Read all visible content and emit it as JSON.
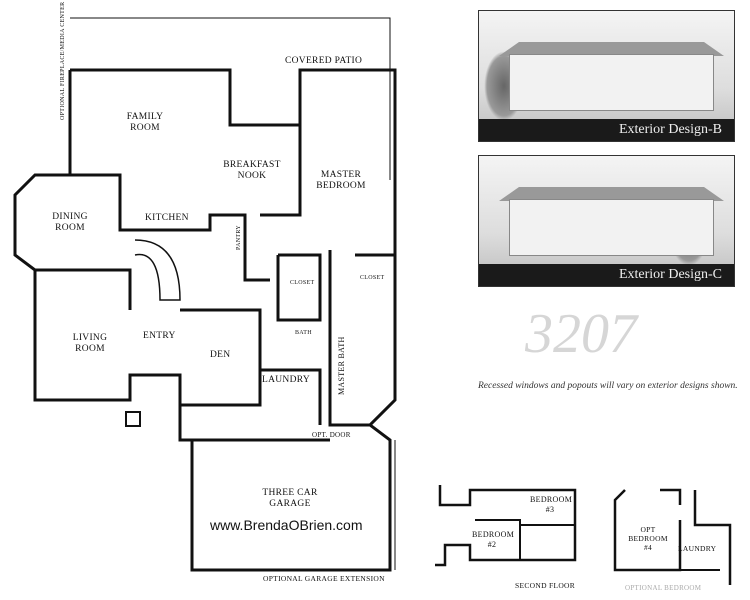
{
  "plan_number": "3207",
  "caption": "Recessed windows and popouts will vary on exterior designs shown.",
  "website": "www.BrendaOBrien.com",
  "exteriors": [
    {
      "label": "Exterior Design-B"
    },
    {
      "label": "Exterior Design-C"
    }
  ],
  "first_floor": {
    "covered_patio": "COVERED PATIO",
    "family_room": "FAMILY ROOM",
    "fireplace": "OPTIONAL FIREPLACE/MEDIA CENTER",
    "breakfast_nook": "BREAKFAST NOOK",
    "master_bedroom": "MASTER BEDROOM",
    "dining_room": "DINING ROOM",
    "kitchen": "KITCHEN",
    "pantry": "PANTRY",
    "closet_1": "CLOSET",
    "closet_2": "CLOSET",
    "bath": "BATH",
    "master_bath": "MASTER BATH",
    "living_room": "LIVING ROOM",
    "entry": "ENTRY",
    "den": "DEN",
    "laundry": "LAUNDRY",
    "opt_door": "OPT. DOOR",
    "garage": "THREE CAR GARAGE",
    "garage_extension": "OPTIONAL GARAGE EXTENSION"
  },
  "second_floor": {
    "title": "SECOND FLOOR",
    "bedroom_3": "BEDROOM #3",
    "bedroom_2": "BEDROOM #2"
  },
  "optional_bedroom": {
    "title": "OPTIONAL BEDROOM",
    "bedroom_4": "OPT BEDROOM #4",
    "laundry": "LAUNDRY"
  }
}
